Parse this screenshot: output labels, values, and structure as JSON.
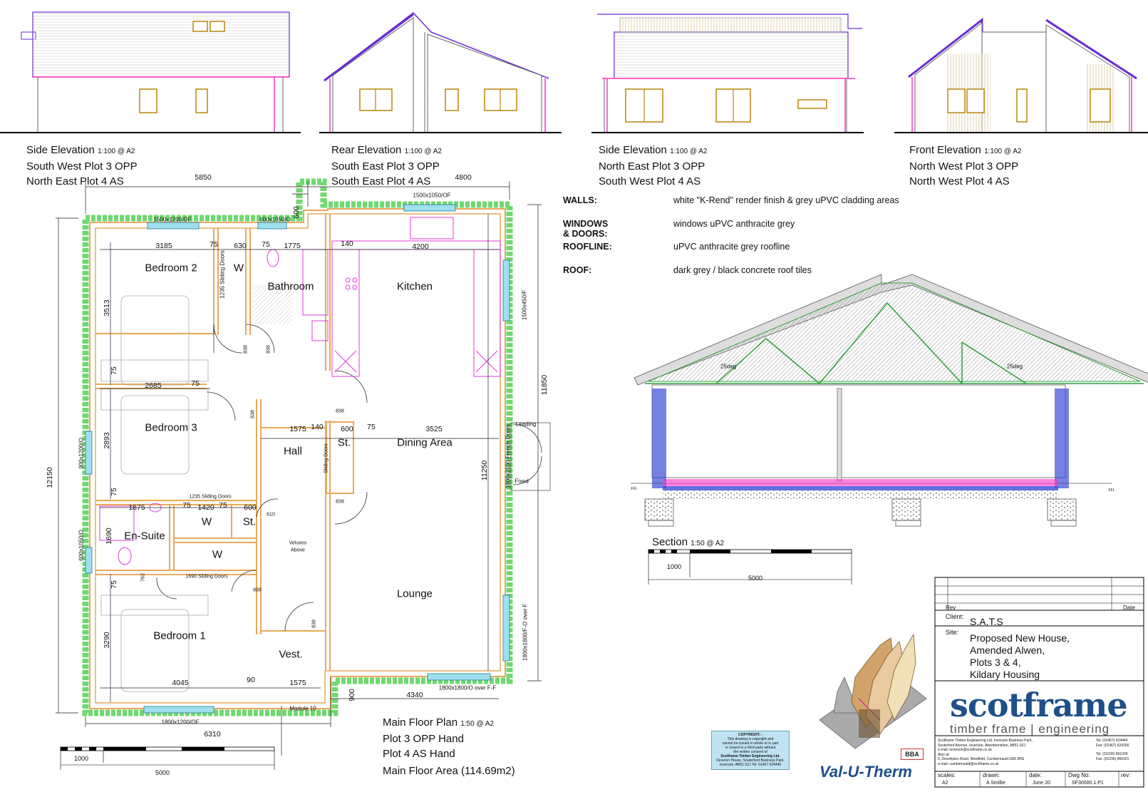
{
  "elevations": [
    {
      "title": "Side Elevation",
      "scale": "1:100 @ A2",
      "line2": "South West Plot 3 OPP",
      "line3": "North East Plot 4 AS"
    },
    {
      "title": "Rear Elevation",
      "scale": "1:100 @ A2",
      "line2": "South East Plot 3 OPP",
      "line3": "South East Plot 4 AS"
    },
    {
      "title": "Side Elevation",
      "scale": "1:100 @ A2",
      "line2": "North East Plot 3 OPP",
      "line3": "South West Plot 4 AS"
    },
    {
      "title": "Front Elevation",
      "scale": "1:100 @ A2",
      "line2": "North West Plot 3 OPP",
      "line3": "North West Plot 4 AS"
    }
  ],
  "specs": [
    {
      "label": "WALLS:",
      "value": "white \"K-Rend\" render  finish & grey uPVC cladding areas"
    },
    {
      "label": "WINDOWS & DOORS:",
      "value": "windows uPVC anthracite grey"
    },
    {
      "label": "ROOFLINE:",
      "value": "uPVC anthracite grey roofline"
    },
    {
      "label": "ROOF:",
      "value": "dark grey / black concrete roof tiles"
    }
  ],
  "rooms": {
    "bedroom2": "Bedroom 2",
    "bathroom": "Bathroom",
    "kitchen": "Kitchen",
    "bedroom3": "Bedroom 3",
    "hall": "Hall",
    "store1": "St.",
    "dining": "Dining Area",
    "ensuite": "En-Suite",
    "wardrobe1": "W",
    "store2": "St.",
    "wardrobe2": "W",
    "wardrobe3": "W",
    "lounge": "Lounge",
    "bedroom1": "Bedroom 1",
    "vest": "Vest."
  },
  "dims": {
    "d5850": "5850",
    "d4800": "4800",
    "d600top": "600",
    "d3185": "3185",
    "d75a": "75",
    "d630": "630",
    "d75b": "75",
    "d1775": "1775",
    "d140a": "140",
    "d4200": "4200",
    "d3513": "3513",
    "d75c": "75",
    "d2685": "2685",
    "d75d": "75",
    "d2893": "2893",
    "d1575": "1575",
    "d140b": "140",
    "d600b": "600",
    "d75e": "75",
    "d3525": "3525",
    "d75f": "75",
    "d1875": "1875",
    "d75g": "75",
    "d1420": "1420",
    "d75h": "75",
    "d600c": "600",
    "d1690": "1690",
    "d75i": "75",
    "d3290": "3290",
    "d4045": "4045",
    "d90": "90",
    "d1575b": "1575",
    "d900": "900",
    "d4340": "4340",
    "d6310": "6310",
    "d12150": "12150",
    "d11250": "11250",
    "d11850": "11850"
  },
  "window_labels": {
    "w1": "1500x1200/OF",
    "w2": "600x1050/O",
    "w3": "1500x1050/OF",
    "w4": "1500x450/F",
    "w5": "900x1200/O",
    "w6": "600x1050/O",
    "w7": "1800x2100 French Doors",
    "w8": "1800x1800/F-O over F",
    "w9": "1800x1800/O over F-F",
    "w10": "1800x1200/OF",
    "leading": "Leading",
    "fixed": "Fixed"
  },
  "notes": {
    "sliding1": "1235 Sliding Doors",
    "sliding2": "1235 Sliding Doors",
    "sliding3": "1690 Sliding Doors",
    "sliding4": "Sliding Doors",
    "n838a": "838",
    "n838b": "838",
    "n838c": "838",
    "n838d": "838",
    "n838e": "838",
    "n838f": "838",
    "n838g": "838",
    "n610": "610",
    "n762": "762",
    "veluxes1": "Veluxes",
    "veluxes2": "Above",
    "module": "Module 10"
  },
  "plan_caption": {
    "title": "Main Floor Plan",
    "scale": "1:50 @ A2",
    "line2": "Plot 3 OPP Hand",
    "line3": "Plot 4 AS Hand",
    "area": "Main Floor Area (114.69m2)"
  },
  "plan_scalebar": {
    "s1000": "1000",
    "s5000": "5000"
  },
  "section": {
    "title": "Section",
    "scale": "1:50 @ A2",
    "pitch_left": "25deg",
    "pitch_right": "25deg",
    "s1000": "1000",
    "s5000": "5000",
    "ffl_l": "FFL",
    "ffl_r": "FFL"
  },
  "title_block": {
    "rev": "Rev",
    "date": "Date",
    "client_label": "Client:",
    "client": "S.A.T.S",
    "site_label": "Site:",
    "site_lines": [
      "Proposed New House,",
      "Amended Alwen,",
      "Plots 3 & 4,",
      "Kildary Housing"
    ],
    "logo_main": "scotframe",
    "logo_sub": "timber frame | engineering",
    "addr1": "Scotframe Timber Engineering Ltd, Inverurie Business Park,",
    "addr2": "Souterford Avenue, Inverurie, Aberdeenshire, AB51 0ZJ",
    "addr3": "e-mail: inverurie@scotframe.co.uk",
    "addr4": "Also at:",
    "addr5": "5, Deerdykes Road, Westfield, Cumbernauld G68 9HG",
    "addr6": "e-mail: cumbernauld@scotframe.co.uk",
    "tel1": "Tel: (01467) 624440",
    "fax1": "Fax: (01467) 624256",
    "tel2": "Tel: (01236) 861200",
    "fax2": "Fax: (01236) 860301",
    "scales_label": "scales:",
    "scales": "A2",
    "drawn_label": "drawn:",
    "drawn": "A Smillie",
    "date_label": "date:",
    "date_val": "June 20",
    "dwg_label": "Dwg No:",
    "dwg": "SF30000.1.P1",
    "rev_label": "rev:"
  },
  "copyright": {
    "head": "COPYRIGHT: -",
    "l1": "This drawing is copyright and",
    "l2": "cannot be issued in whole or in part",
    "l3": "or issued to a third party without",
    "l4": "the written consent of",
    "l5": "Scotframe Timber Engineering Ltd.",
    "l6": "Deveron House, Souterford Business Park,",
    "l7": "Inverurie, AB51 0ZJ   Tel: 01467 624440"
  },
  "product": {
    "name": "Val-U-Therm",
    "bba": "BBA"
  }
}
